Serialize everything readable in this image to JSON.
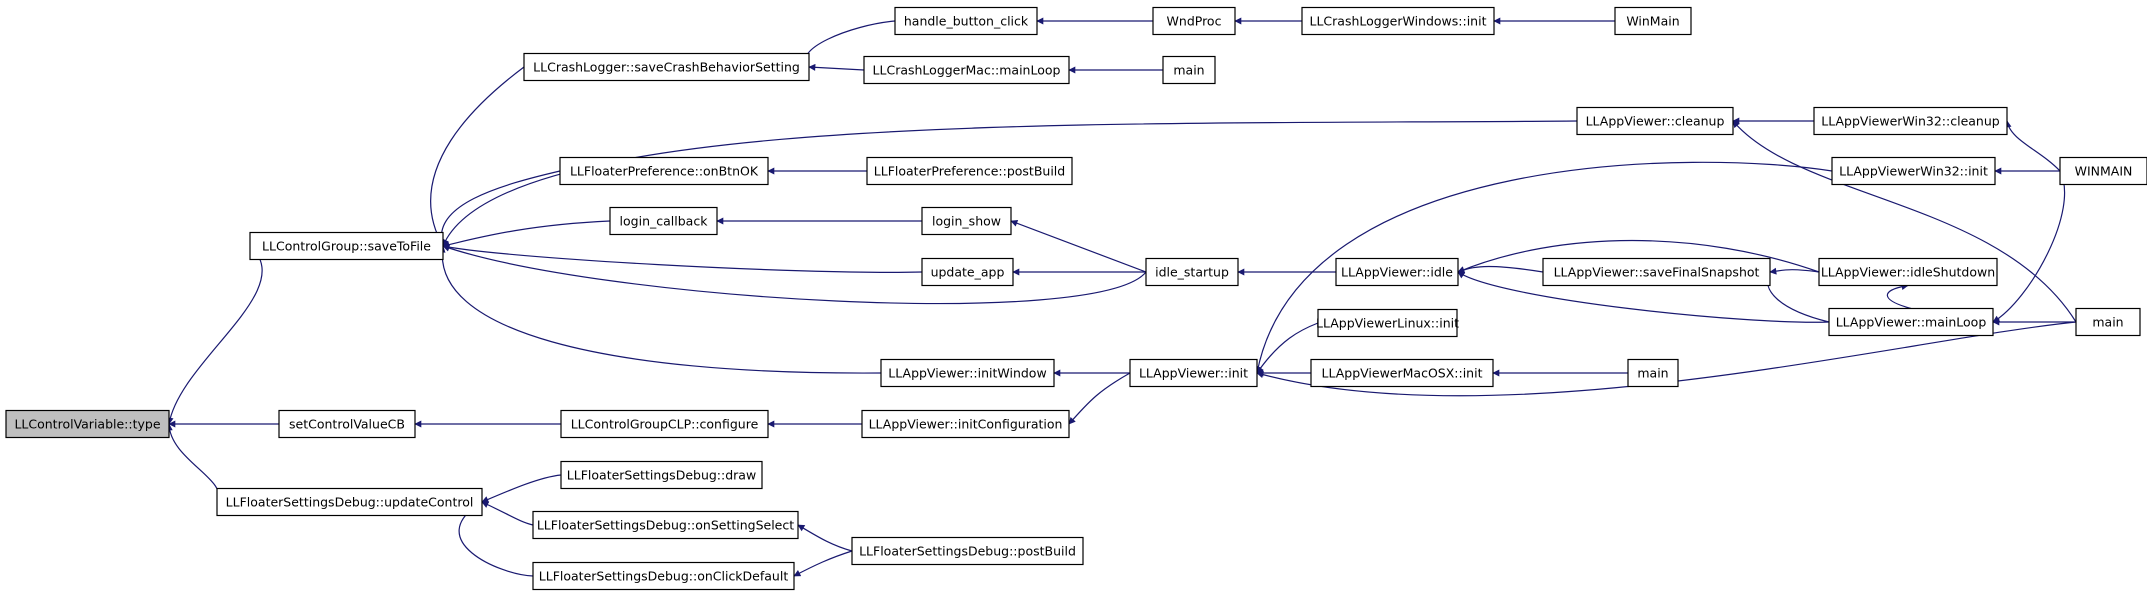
{
  "colors": {
    "edge": "#191970",
    "root_fill": "#bfbfbf",
    "node_fill": "#ffffff",
    "node_border": "#000000"
  },
  "nodes": {
    "n0": "LLControlVariable::type",
    "n1": "LLControlGroup::saveToFile",
    "n2": "setControlValueCB",
    "n3": "LLFloaterSettingsDebug::updateControl",
    "n4": "LLCrashLogger::saveCrashBehaviorSetting",
    "n5": "handle_button_click",
    "n6": "WndProc",
    "n7": "LLCrashLoggerWindows::init",
    "n8": "WinMain",
    "n9": "LLCrashLoggerMac::mainLoop",
    "n10": "main",
    "n11": "LLFloaterPreference::onBtnOK",
    "n12": "LLFloaterPreference::postBuild",
    "n13": "login_callback",
    "n14": "login_show",
    "n15": "update_app",
    "n16": "idle_startup",
    "n17": "LLAppViewer::initWindow",
    "n18": "LLAppViewer::init",
    "n19": "LLAppViewer::cleanup",
    "n20": "LLAppViewerWin32::cleanup",
    "n21": "LLAppViewerWin32::init",
    "n22": "WINMAIN",
    "n23": "LLAppViewer::idle",
    "n24": "LLAppViewer::saveFinalSnapshot",
    "n25": "LLAppViewer::idleShutdown",
    "n26": "LLAppViewer::mainLoop",
    "n27": "main",
    "n28": "LLAppViewerLinux::init",
    "n29": "LLAppViewerMacOSX::init",
    "n30": "main",
    "n31": "LLControlGroupCLP::configure",
    "n32": "LLAppViewer::initConfiguration",
    "n33": "LLFloaterSettingsDebug::draw",
    "n34": "LLFloaterSettingsDebug::onSettingSelect",
    "n35": "LLFloaterSettingsDebug::onClickDefault",
    "n36": "LLFloaterSettingsDebug::postBuild"
  },
  "edges": [
    [
      "n1",
      "n0"
    ],
    [
      "n2",
      "n0"
    ],
    [
      "n3",
      "n0"
    ],
    [
      "n4",
      "n1"
    ],
    [
      "n19",
      "n1"
    ],
    [
      "n11",
      "n1"
    ],
    [
      "n13",
      "n1"
    ],
    [
      "n15",
      "n1"
    ],
    [
      "n16",
      "n1"
    ],
    [
      "n17",
      "n1"
    ],
    [
      "n5",
      "n4"
    ],
    [
      "n9",
      "n4"
    ],
    [
      "n6",
      "n5"
    ],
    [
      "n7",
      "n6"
    ],
    [
      "n8",
      "n7"
    ],
    [
      "n10",
      "n9"
    ],
    [
      "n12",
      "n11"
    ],
    [
      "n14",
      "n13"
    ],
    [
      "n16",
      "n14"
    ],
    [
      "n16",
      "n15"
    ],
    [
      "n23",
      "n16"
    ],
    [
      "n26",
      "n23"
    ],
    [
      "n24",
      "n23"
    ],
    [
      "n25",
      "n23"
    ],
    [
      "n25",
      "n24"
    ],
    [
      "n26",
      "n24"
    ],
    [
      "n26",
      "n25"
    ],
    [
      "n27",
      "n26"
    ],
    [
      "n22",
      "n26"
    ],
    [
      "n20",
      "n19"
    ],
    [
      "n27",
      "n19"
    ],
    [
      "n22",
      "n20"
    ],
    [
      "n21",
      "n18"
    ],
    [
      "n22",
      "n21"
    ],
    [
      "n18",
      "n17"
    ],
    [
      "n28",
      "n18"
    ],
    [
      "n29",
      "n18"
    ],
    [
      "n27",
      "n18"
    ],
    [
      "n30",
      "n29"
    ],
    [
      "n31",
      "n2"
    ],
    [
      "n32",
      "n31"
    ],
    [
      "n18",
      "n32"
    ],
    [
      "n33",
      "n3"
    ],
    [
      "n34",
      "n3"
    ],
    [
      "n35",
      "n3"
    ],
    [
      "n36",
      "n34"
    ],
    [
      "n36",
      "n35"
    ]
  ]
}
